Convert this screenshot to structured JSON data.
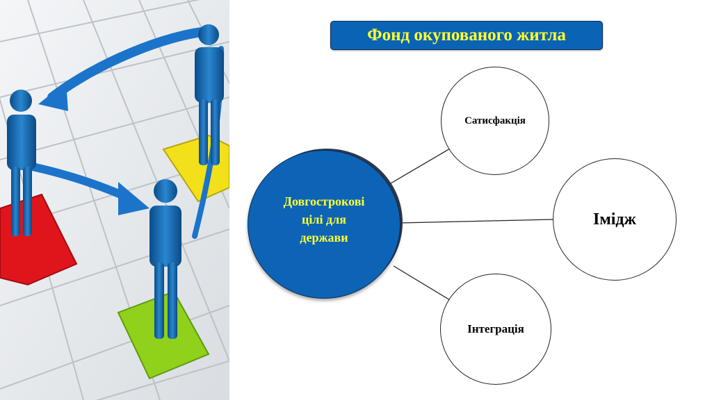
{
  "title": "Фонд окупованого житла",
  "diagram": {
    "center": {
      "label": "Довгострокові\nцілі для\nдержави"
    },
    "branches": [
      {
        "id": "top",
        "label": "Сатисфакція"
      },
      {
        "id": "right",
        "label": "Імідж"
      },
      {
        "id": "bottom",
        "label": "Інтеграція"
      }
    ]
  },
  "colors": {
    "primary_blue": "#0d64b6",
    "title_text": "#ffff33",
    "outline": "#222222"
  },
  "illustration": {
    "icon": "people-puzzle-illustration"
  }
}
